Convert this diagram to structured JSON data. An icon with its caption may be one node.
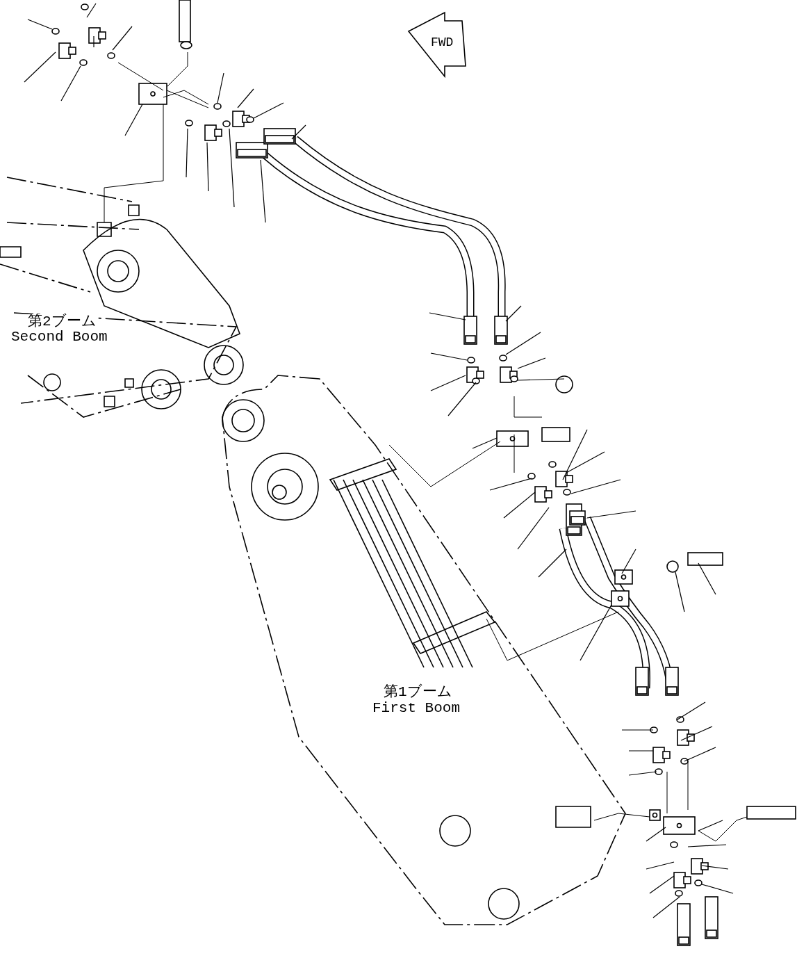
{
  "diagram": {
    "labels": [
      "FWD",
      "第2ブーム",
      "Second Boom",
      "第1ブーム",
      "First Boom"
    ]
  }
}
